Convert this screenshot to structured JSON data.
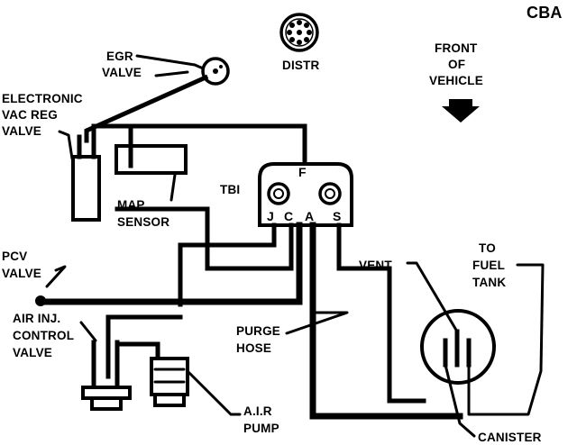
{
  "code": "CBA",
  "labels": {
    "distr": "DISTR",
    "front_line1": "FRONT",
    "front_line2": "OF",
    "front_line3": "VEHICLE",
    "egr_line1": "EGR",
    "egr_line2": "VALVE",
    "evrv_line1": "ELECTRONIC",
    "evrv_line2": "VAC REG",
    "evrv_line3": "VALVE",
    "map_line1": "MAP",
    "map_line2": "SENSOR",
    "tbi": "TBI",
    "pcv_line1": "PCV",
    "pcv_line2": "VALVE",
    "airinj_line1": "AIR INJ.",
    "airinj_line2": "CONTROL",
    "airinj_line3": "VALVE",
    "purge_line1": "PURGE",
    "purge_line2": "HOSE",
    "air_pump_line1": "A.I.R",
    "air_pump_line2": "PUMP",
    "vent": "VENT",
    "fuel_line1": "TO",
    "fuel_line2": "FUEL",
    "fuel_line3": "TANK",
    "canister": "CANISTER"
  },
  "tbi_ports": {
    "f": "F",
    "j": "J",
    "c": "C",
    "a": "A",
    "s": "S"
  }
}
